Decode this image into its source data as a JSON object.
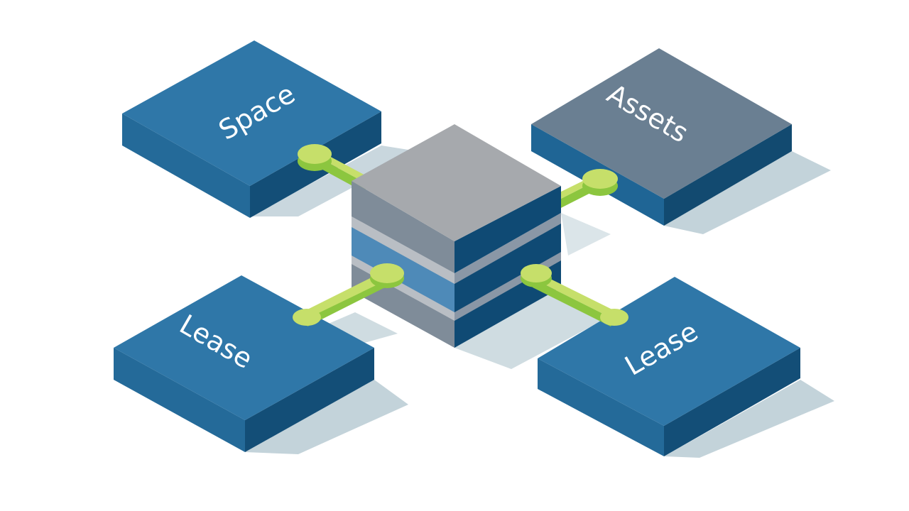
{
  "diagram": {
    "type": "isometric-hub-diagram",
    "center": {
      "name": "central-database",
      "colors": {
        "top": "#a6a9ad",
        "left_gray": "#7f8c99",
        "left_blue": "#4e8ab8",
        "right_dark": "#0f4a74",
        "separator": "#b9bec4"
      }
    },
    "tiles": [
      {
        "id": "space",
        "label": "Space",
        "top_color": "#2f77a8",
        "side_left": "#246a99",
        "side_right": "#134e77"
      },
      {
        "id": "assets",
        "label": "Assets",
        "top_color": "#6a7f92",
        "side_left": "#1f6595",
        "side_right": "#124a70"
      },
      {
        "id": "lease-left",
        "label": "Lease",
        "top_color": "#2f77a8",
        "side_left": "#246a99",
        "side_right": "#134e77"
      },
      {
        "id": "lease-right",
        "label": "Lease",
        "top_color": "#2f77a8",
        "side_left": "#246a99",
        "side_right": "#134e77"
      }
    ],
    "connector_colors": {
      "top": "#c6df6a",
      "side": "#8cc63f"
    },
    "shadow_color": "#c3d3da",
    "background": "#ffffff"
  }
}
